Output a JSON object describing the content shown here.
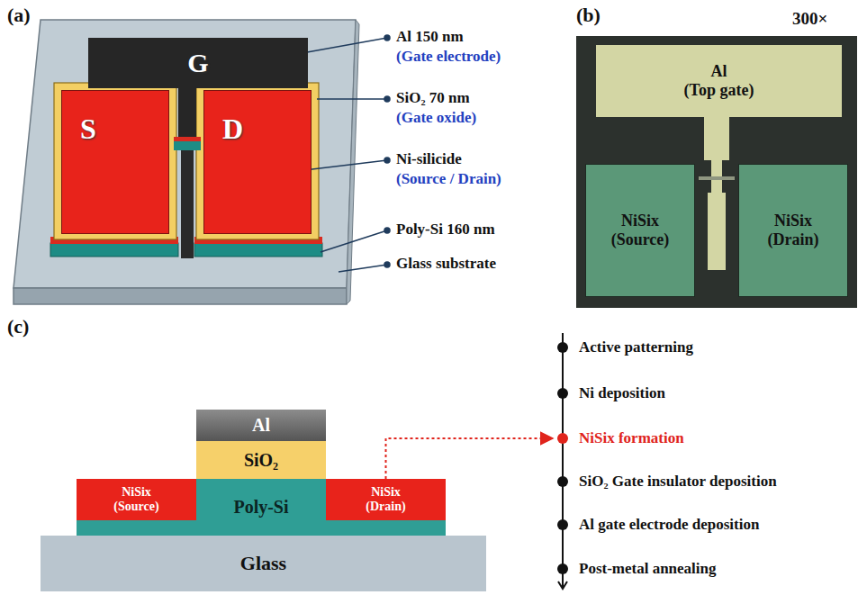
{
  "diagram": {
    "nodes": [
      {
        "text": [
          "G"
        ]
      },
      {
        "text": [
          "S"
        ]
      },
      {
        "text": [
          "D"
        ]
      },
      {
        "text": [
          "Al (Top gate)"
        ]
      },
      {
        "text": [
          "NiSix (Source)"
        ]
      },
      {
        "text": [
          "NiSix (Drain)"
        ]
      },
      {
        "text": [
          "Al"
        ]
      },
      {
        "text": [
          "SiO₂"
        ]
      },
      {
        "text": [
          "NiSix (Source)"
        ]
      },
      {
        "text": [
          "Poly-Si"
        ]
      },
      {
        "text": [
          "NiSix (Drain)"
        ]
      },
      {
        "text": [
          "Glass"
        ]
      },
      {
        "text": [
          "Active patterning"
        ]
      },
      {
        "text": [
          "Ni deposition"
        ]
      },
      {
        "text": [
          "NiSix formation"
        ]
      },
      {
        "text": [
          "SiO₂ Gate insulator deposition"
        ]
      },
      {
        "text": [
          "Al gate electrode deposition"
        ]
      },
      {
        "text": [
          "Post-metal annealing"
        ]
      }
    ],
    "edges": [
      {
        "from": 10,
        "to": 14,
        "arrow": "to"
      }
    ],
    "labels": [
      "(a)",
      "(b)",
      "300×",
      "Al 150 nm",
      "(Gate electrode)",
      "SiO₂ 70 nm",
      "(Gate oxide)",
      "Ni-silicide",
      "(Source / Drain)",
      "Poly-Si 160 nm",
      "Glass substrate",
      "(c)"
    ]
  }
}
